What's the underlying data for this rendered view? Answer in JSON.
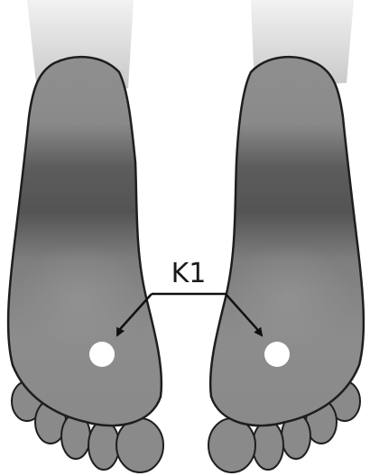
{
  "figure": {
    "label": "K1",
    "feet": [
      {
        "side": "left"
      },
      {
        "side": "right"
      }
    ],
    "point_marker": "white-circle",
    "pointer_style": "arrow",
    "colors": {
      "sole_light": "#8c8c8c",
      "sole_dark": "#575757",
      "outline": "#1e1e1e",
      "leg": "#d9d9d9",
      "marker": "#ffffff",
      "arrow": "#111111"
    }
  }
}
